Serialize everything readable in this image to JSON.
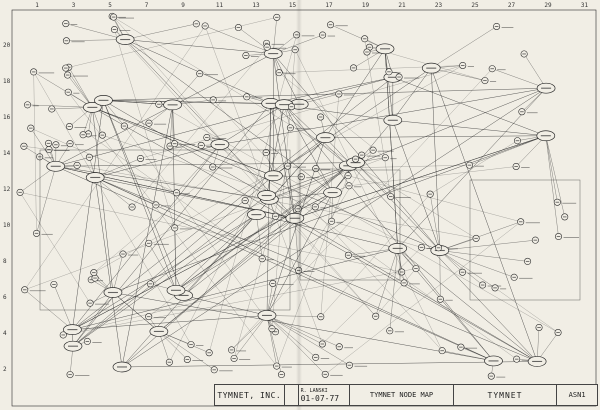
{
  "map": {
    "column_numbers": [
      "1",
      "3",
      "5",
      "7",
      "9",
      "11",
      "13",
      "15",
      "17",
      "19",
      "21",
      "23",
      "25",
      "27",
      "29",
      "31"
    ],
    "row_numbers": [
      "20",
      "18",
      "16",
      "14",
      "12",
      "10",
      "8",
      "6",
      "4",
      "2"
    ]
  },
  "title_block": {
    "company": "TYMNET, INC.",
    "drawn_by": "R. LANSKI",
    "date": "01-07-77",
    "title": "TYMNET NODE MAP",
    "brand": "TYMNET",
    "drawing_number": "ASN1"
  },
  "colors": {
    "paper": "#f1eee5",
    "ink": "#2b2b2b"
  }
}
